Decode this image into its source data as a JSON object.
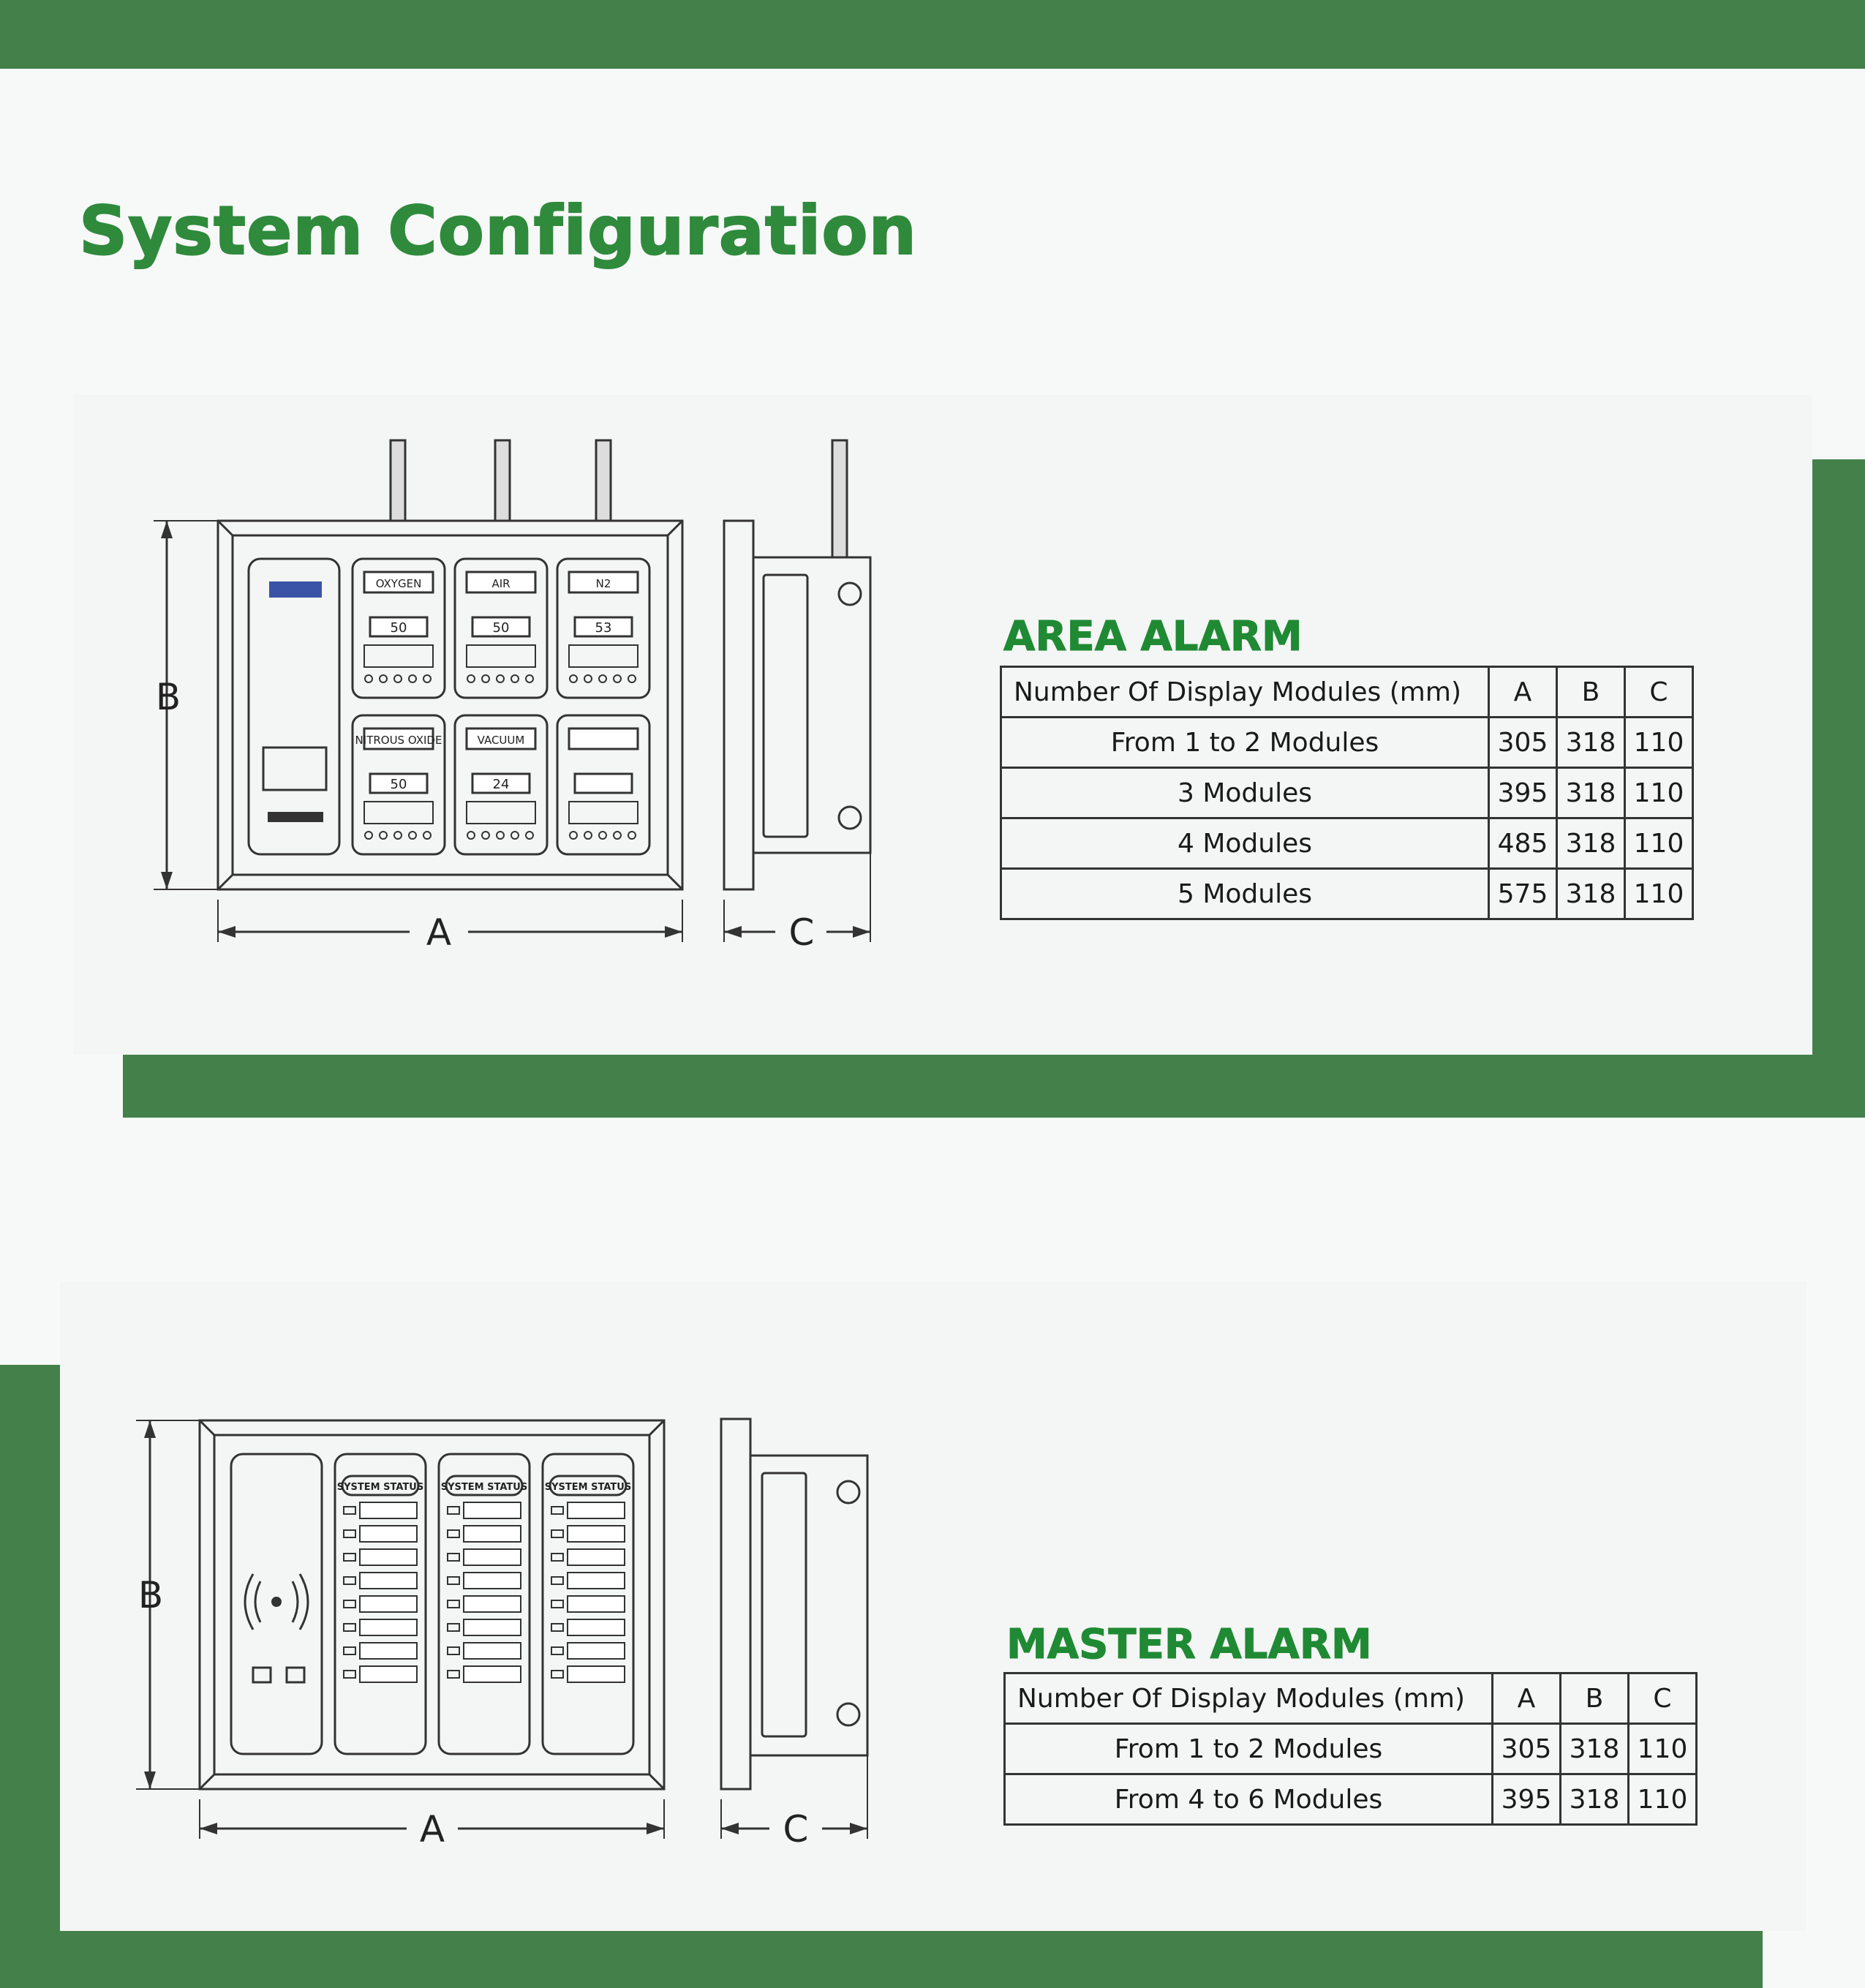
{
  "page": {
    "title": "System Configuration",
    "colors": {
      "green_band": "#44804a",
      "title_green": "#2f8a3c",
      "heading_green": "#1f8a33"
    }
  },
  "area_alarm": {
    "heading": "AREA ALARM",
    "drawing": {
      "dim_labels": {
        "a": "A",
        "b": "B",
        "c": "C"
      },
      "modules": [
        "OXYGEN",
        "AIR",
        "N2",
        "NITROUS OXIDE",
        "VACUUM",
        ""
      ],
      "readings": [
        "50",
        "50",
        "53",
        "50",
        "24",
        ""
      ]
    },
    "table": {
      "header": [
        "Number Of Display Modules (mm)",
        "A",
        "B",
        "C"
      ],
      "rows": [
        [
          "From 1 to 2 Modules",
          "305",
          "318",
          "110"
        ],
        [
          "3 Modules",
          "395",
          "318",
          "110"
        ],
        [
          "4 Modules",
          "485",
          "318",
          "110"
        ],
        [
          "5 Modules",
          "575",
          "318",
          "110"
        ]
      ]
    }
  },
  "master_alarm": {
    "heading": "MASTER ALARM",
    "drawing": {
      "dim_labels": {
        "a": "A",
        "b": "B",
        "c": "C"
      },
      "module_labels": [
        "SYSTEM STATUS",
        "SYSTEM STATUS",
        "SYSTEM STATUS"
      ]
    },
    "table": {
      "header": [
        "Number Of Display Modules (mm)",
        "A",
        "B",
        "C"
      ],
      "rows": [
        [
          "From 1 to 2 Modules",
          "305",
          "318",
          "110"
        ],
        [
          "From 4 to 6 Modules",
          "395",
          "318",
          "110"
        ]
      ]
    }
  }
}
